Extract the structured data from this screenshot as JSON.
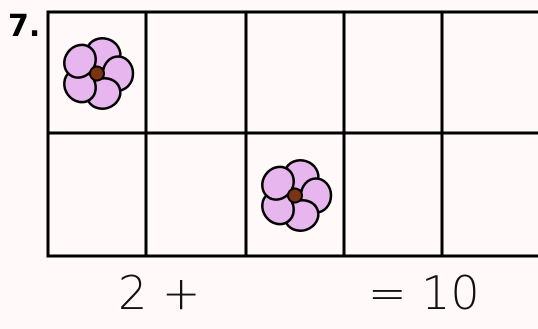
{
  "problem": {
    "number": "7."
  },
  "ten_frame": {
    "rows": 2,
    "columns": 5,
    "cells": [
      [
        true,
        false,
        false,
        false,
        false
      ],
      [
        false,
        false,
        true,
        false,
        false
      ]
    ],
    "flower_icon": "flower-icon",
    "colors": {
      "petal": "#e8b6ee",
      "center": "#7a3411",
      "line": "#000000"
    }
  },
  "equation": {
    "left": "2 +",
    "right": "= 10"
  }
}
